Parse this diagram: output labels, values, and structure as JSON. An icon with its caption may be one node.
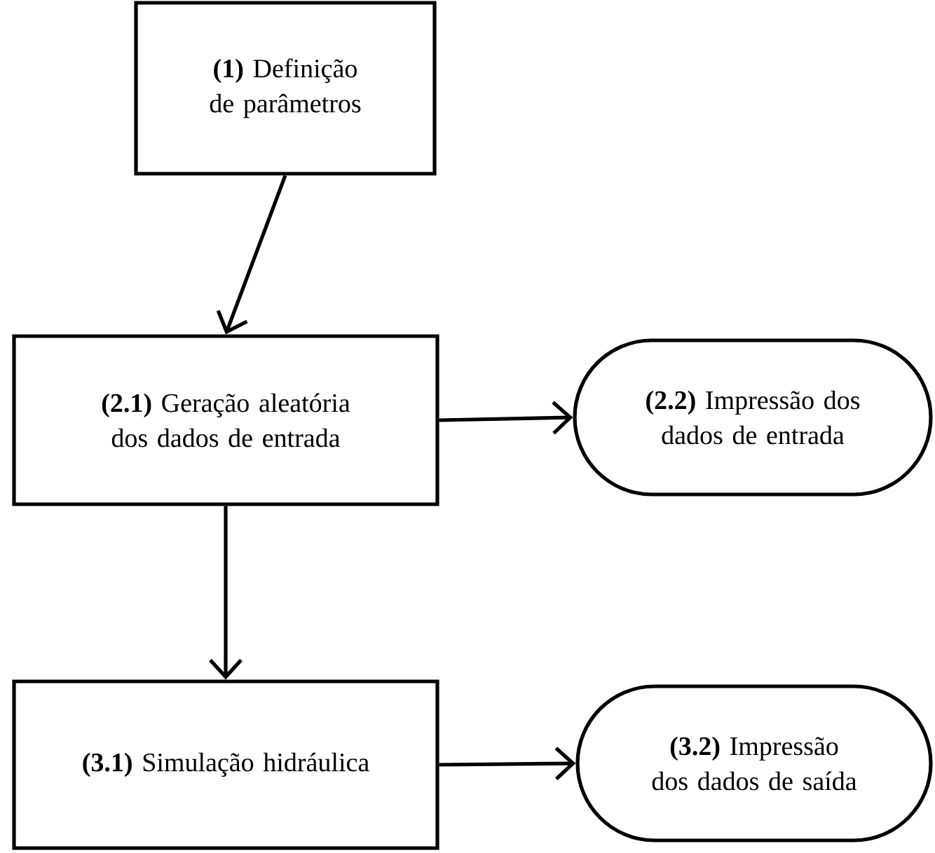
{
  "diagram": {
    "nodes": [
      {
        "text": [
          "**(1)** Definição de parâmetros"
        ]
      },
      {
        "text": [
          "**(2.1)** Geração aleatória dos dados de entrada"
        ]
      },
      {
        "text": [
          "**(2.2)** Impressão dos dados de entrada"
        ]
      },
      {
        "text": [
          "**(3.1)** Simulação hidráulica"
        ]
      },
      {
        "text": [
          "**(3.2)** Impressão dos dados de saída"
        ]
      }
    ],
    "edges": [
      {
        "from": 0,
        "to": 1,
        "arrow": "to"
      },
      {
        "from": 1,
        "to": 2,
        "arrow": "to"
      },
      {
        "from": 1,
        "to": 3,
        "arrow": "to"
      },
      {
        "from": 3,
        "to": 4,
        "arrow": "to"
      }
    ]
  }
}
